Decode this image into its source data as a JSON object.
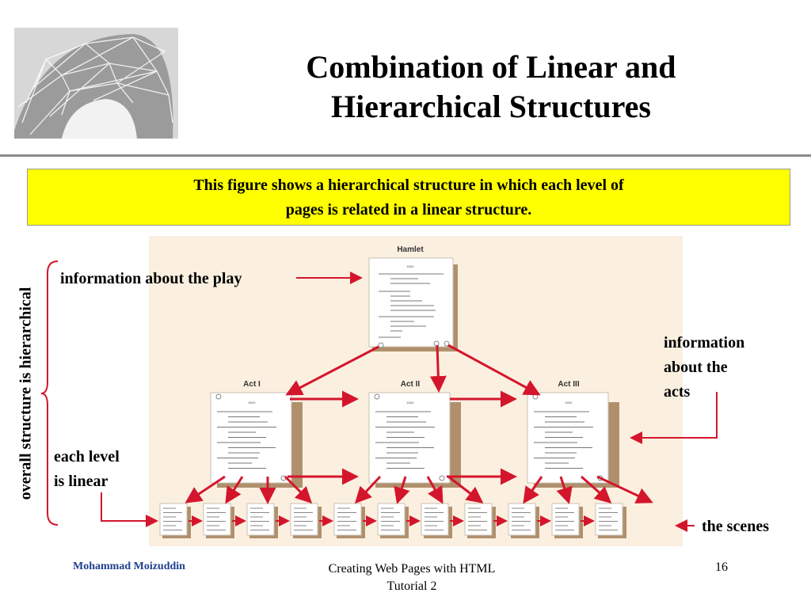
{
  "slide": {
    "title_line1": "Combination of Linear and",
    "title_line2": "Hierarchical Structures",
    "callout_line1": "This figure shows a hierarchical structure in which each level of",
    "callout_line2": "pages is related in a linear structure."
  },
  "figure": {
    "root_title": "Hamlet",
    "acts": [
      "Act I",
      "Act II",
      "Act III"
    ],
    "page_filler": "xxxx"
  },
  "annotations": {
    "play": "information about the play",
    "acts_line1": "information",
    "acts_line2": "about the",
    "acts_line3": "acts",
    "linear_line1": "each level",
    "linear_line2": "is linear",
    "scenes": "the scenes",
    "overall": "overall structure is hierarchical"
  },
  "footer": {
    "author": "Mohammad Moizuddin",
    "course_line1": "Creating Web Pages with HTML",
    "course_line2": "Tutorial 2",
    "page_number": "16"
  },
  "colors": {
    "accent_red": "#d4162c",
    "highlight_yellow": "#ffff00",
    "page_shadow": "#b0906c",
    "figure_bg": "#fbefe0"
  }
}
